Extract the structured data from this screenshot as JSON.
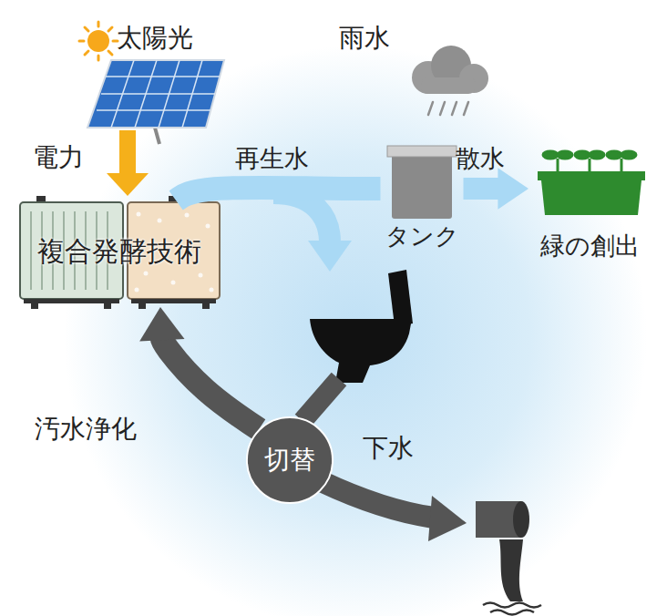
{
  "diagram": {
    "nodes": [
      {
        "text": [
          "複合発酵技術"
        ]
      },
      {
        "text": [
          "タンク"
        ]
      },
      {
        "text": [
          "緑の創出"
        ]
      },
      {
        "text": [
          "切替"
        ]
      }
    ],
    "edges": [
      {
        "from": 0,
        "to": 1,
        "arrow": "none",
        "label": "再生水"
      },
      {
        "from": 1,
        "to": 2,
        "arrow": "to",
        "label": "散水"
      },
      {
        "from": 3,
        "to": 0,
        "arrow": "to",
        "label": "汚水浄化"
      }
    ],
    "labels": [
      "太陽光",
      "雨水",
      "電力",
      "下水"
    ]
  }
}
